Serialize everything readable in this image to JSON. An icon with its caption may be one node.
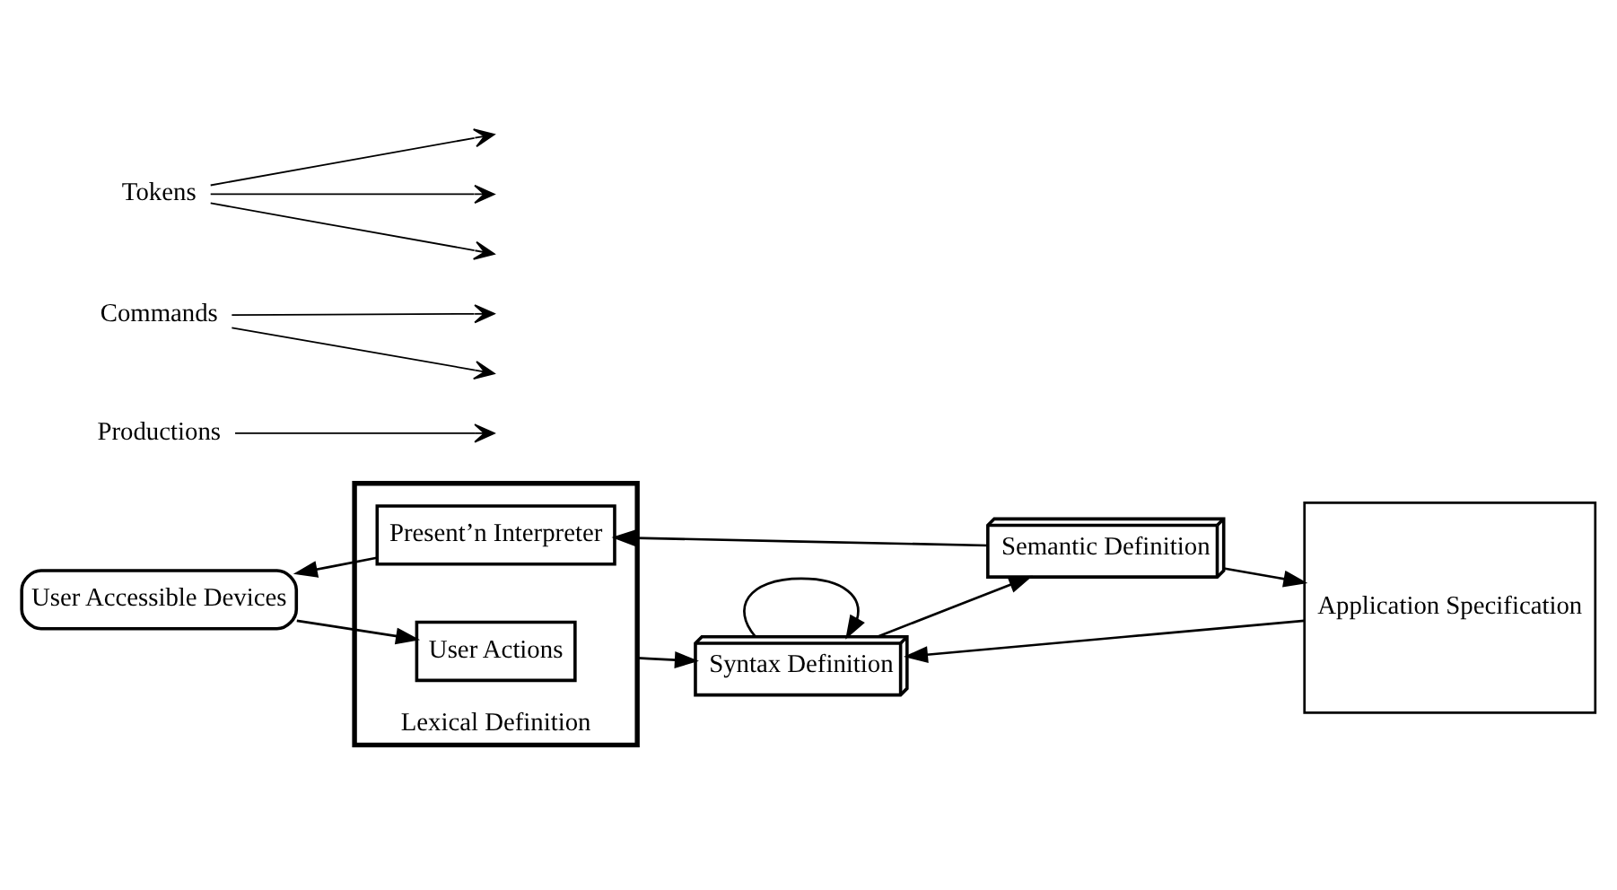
{
  "diagram": {
    "nodes": [
      {
        "text": [
          "User Accessible Devices"
        ]
      },
      {
        "text": [
          "Lexical Definition"
        ]
      },
      {
        "text": [
          "Present’n Interpreter"
        ],
        "in": 1
      },
      {
        "text": [
          "User Actions"
        ],
        "in": 1
      },
      {
        "text": [
          "Syntax Definition"
        ]
      },
      {
        "text": [
          "Semantic Definition"
        ]
      },
      {
        "text": [
          "Application Specification"
        ]
      },
      {
        "text": [
          "Productions"
        ]
      },
      {
        "text": [
          "Commands"
        ]
      },
      {
        "text": [
          "Tokens"
        ]
      }
    ],
    "edges": [
      {
        "from": 2,
        "to": 0,
        "arrow": "to"
      },
      {
        "from": 0,
        "to": 3,
        "arrow": "to"
      },
      {
        "from": 5,
        "to": 2,
        "arrow": "to"
      },
      {
        "from": 4,
        "to": 4,
        "arrow": "to"
      },
      {
        "from": 4,
        "to": 5,
        "arrow": "to"
      },
      {
        "from": 5,
        "to": 6,
        "arrow": "to"
      },
      {
        "from": 1,
        "to": 4,
        "arrow": "to"
      },
      {
        "from": 6,
        "to": 4,
        "arrow": "to"
      },
      {
        "from": 7,
        "to": null,
        "arrow": "to"
      },
      {
        "from": 8,
        "to": null,
        "arrow": "to"
      },
      {
        "from": 8,
        "to": null,
        "arrow": "to"
      },
      {
        "from": 9,
        "to": null,
        "arrow": "to"
      },
      {
        "from": 9,
        "to": null,
        "arrow": "to"
      },
      {
        "from": 9,
        "to": null,
        "arrow": "to"
      }
    ]
  }
}
